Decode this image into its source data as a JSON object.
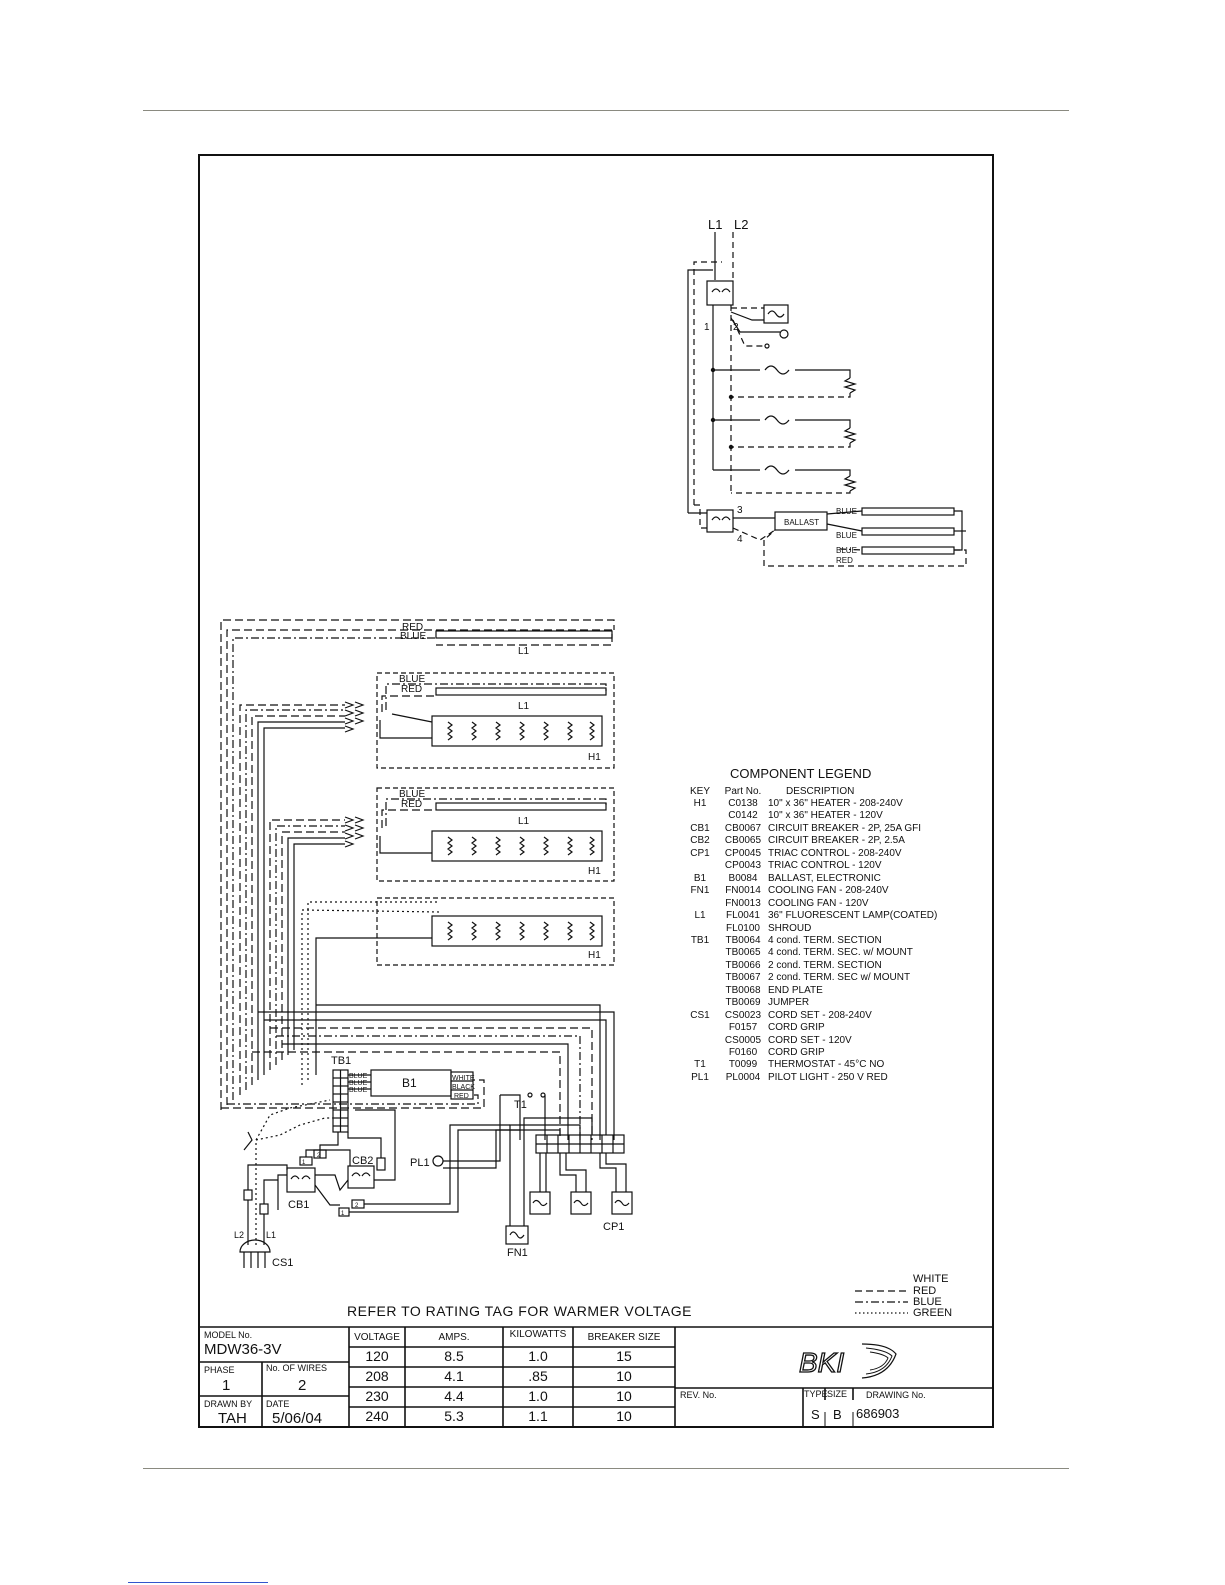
{
  "top_diagram": {
    "supply_labels": [
      "L1",
      "L2"
    ],
    "node_labels": [
      "1",
      "2",
      "3",
      "4"
    ],
    "ballast_label": "BALLAST",
    "wire_labels": [
      "BLUE",
      "BLUE",
      "BLUE",
      "RED"
    ]
  },
  "bottom_diagram": {
    "lamp_wire_labels": [
      "RED",
      "BLUE"
    ],
    "lamp_label": "L1",
    "module_1": {
      "wire_labels": [
        "BLUE",
        "RED"
      ],
      "lamp": "L1",
      "heater": "H1"
    },
    "module_2": {
      "wire_labels": [
        "BLUE",
        "RED"
      ],
      "lamp": "L1",
      "heater": "H1"
    },
    "module_3": {
      "heater": "H1"
    },
    "tb1_label": "TB1",
    "b1_label": "B1",
    "tb1_wire_labels": [
      "BLUE",
      "BLUE",
      "BLUE"
    ],
    "b1_wire_labels": [
      "WHITE",
      "BLACK",
      "RED"
    ],
    "component_labels": {
      "t1": "T1",
      "pl1": "PL1",
      "cb1": "CB1",
      "cb2": "CB2",
      "fn1": "FN1",
      "cp1": "CP1",
      "cs1": "CS1",
      "l1": "L1",
      "l2": "L2"
    },
    "small_box_labels": [
      "1",
      "2",
      "1",
      "2"
    ]
  },
  "legend": {
    "title": "COMPONENT LEGEND",
    "headers": {
      "key": "KEY",
      "part": "Part No.",
      "desc": "DESCRIPTION"
    },
    "rows": [
      {
        "key": "H1",
        "part": "C0138",
        "desc": "10\" x 36\" HEATER - 208-240V"
      },
      {
        "key": "",
        "part": "C0142",
        "desc": "10\" x 36\" HEATER - 120V"
      },
      {
        "key": "CB1",
        "part": "CB0067",
        "desc": "CIRCUIT BREAKER - 2P, 25A GFI"
      },
      {
        "key": "CB2",
        "part": "CB0065",
        "desc": "CIRCUIT BREAKER - 2P, 2.5A"
      },
      {
        "key": "CP1",
        "part": "CP0045",
        "desc": "TRIAC CONTROL - 208-240V"
      },
      {
        "key": "",
        "part": "CP0043",
        "desc": "TRIAC CONTROL - 120V"
      },
      {
        "key": "B1",
        "part": "B0084",
        "desc": "BALLAST, ELECTRONIC"
      },
      {
        "key": "FN1",
        "part": "FN0014",
        "desc": "COOLING FAN - 208-240V"
      },
      {
        "key": "",
        "part": "FN0013",
        "desc": "COOLING FAN - 120V"
      },
      {
        "key": "L1",
        "part": "FL0041",
        "desc": "36\" FLUORESCENT LAMP(COATED)"
      },
      {
        "key": "",
        "part": "FL0100",
        "desc": "SHROUD"
      },
      {
        "key": "TB1",
        "part": "TB0064",
        "desc": "4 cond. TERM. SECTION"
      },
      {
        "key": "",
        "part": "TB0065",
        "desc": "4 cond. TERM. SEC. w/ MOUNT"
      },
      {
        "key": "",
        "part": "TB0066",
        "desc": "2 cond. TERM. SECTION"
      },
      {
        "key": "",
        "part": "TB0067",
        "desc": "2 cond. TERM. SEC w/ MOUNT"
      },
      {
        "key": "",
        "part": "TB0068",
        "desc": "END PLATE"
      },
      {
        "key": "",
        "part": "TB0069",
        "desc": "JUMPER"
      },
      {
        "key": "CS1",
        "part": "CS0023",
        "desc": "CORD SET - 208-240V"
      },
      {
        "key": "",
        "part": "F0157",
        "desc": "CORD GRIP"
      },
      {
        "key": "",
        "part": "CS0005",
        "desc": "CORD SET - 120V"
      },
      {
        "key": "",
        "part": "F0160",
        "desc": "CORD GRIP"
      },
      {
        "key": "T1",
        "part": "T0099",
        "desc": "THERMOSTAT - 45°C NO"
      },
      {
        "key": "PL1",
        "part": "PL0004",
        "desc": "PILOT LIGHT - 250 V RED"
      }
    ]
  },
  "wire_legend": [
    "WHITE",
    "RED",
    "BLUE",
    "GREEN"
  ],
  "note": "REFER TO RATING TAG FOR WARMER VOLTAGE",
  "title_block": {
    "model_label": "MODEL No.",
    "model_value": "MDW36-3V",
    "phase_label": "PHASE",
    "phase_value": "1",
    "wires_label": "No. OF WIRES",
    "wires_value": "2",
    "drawn_by_label": "DRAWN BY",
    "drawn_by_value": "TAH",
    "date_label": "DATE",
    "date_value": "5/06/04",
    "rating_headers": [
      "VOLTAGE",
      "AMPS.",
      "KILOWATTS",
      "BREAKER SIZE"
    ],
    "rating_rows": [
      [
        "120",
        "8.5",
        "1.0",
        "15"
      ],
      [
        "208",
        "4.1",
        ".85",
        "10"
      ],
      [
        "230",
        "4.4",
        "1.0",
        "10"
      ],
      [
        "240",
        "5.3",
        "1.1",
        "10"
      ]
    ],
    "logo_text": "BKI",
    "rev_label": "REV. No.",
    "type_label": "TYPE",
    "size_label": "SIZE",
    "drawing_no_label": "DRAWING No.",
    "type_value": "S",
    "size_value": "B",
    "drawing_no_value": "686903"
  }
}
